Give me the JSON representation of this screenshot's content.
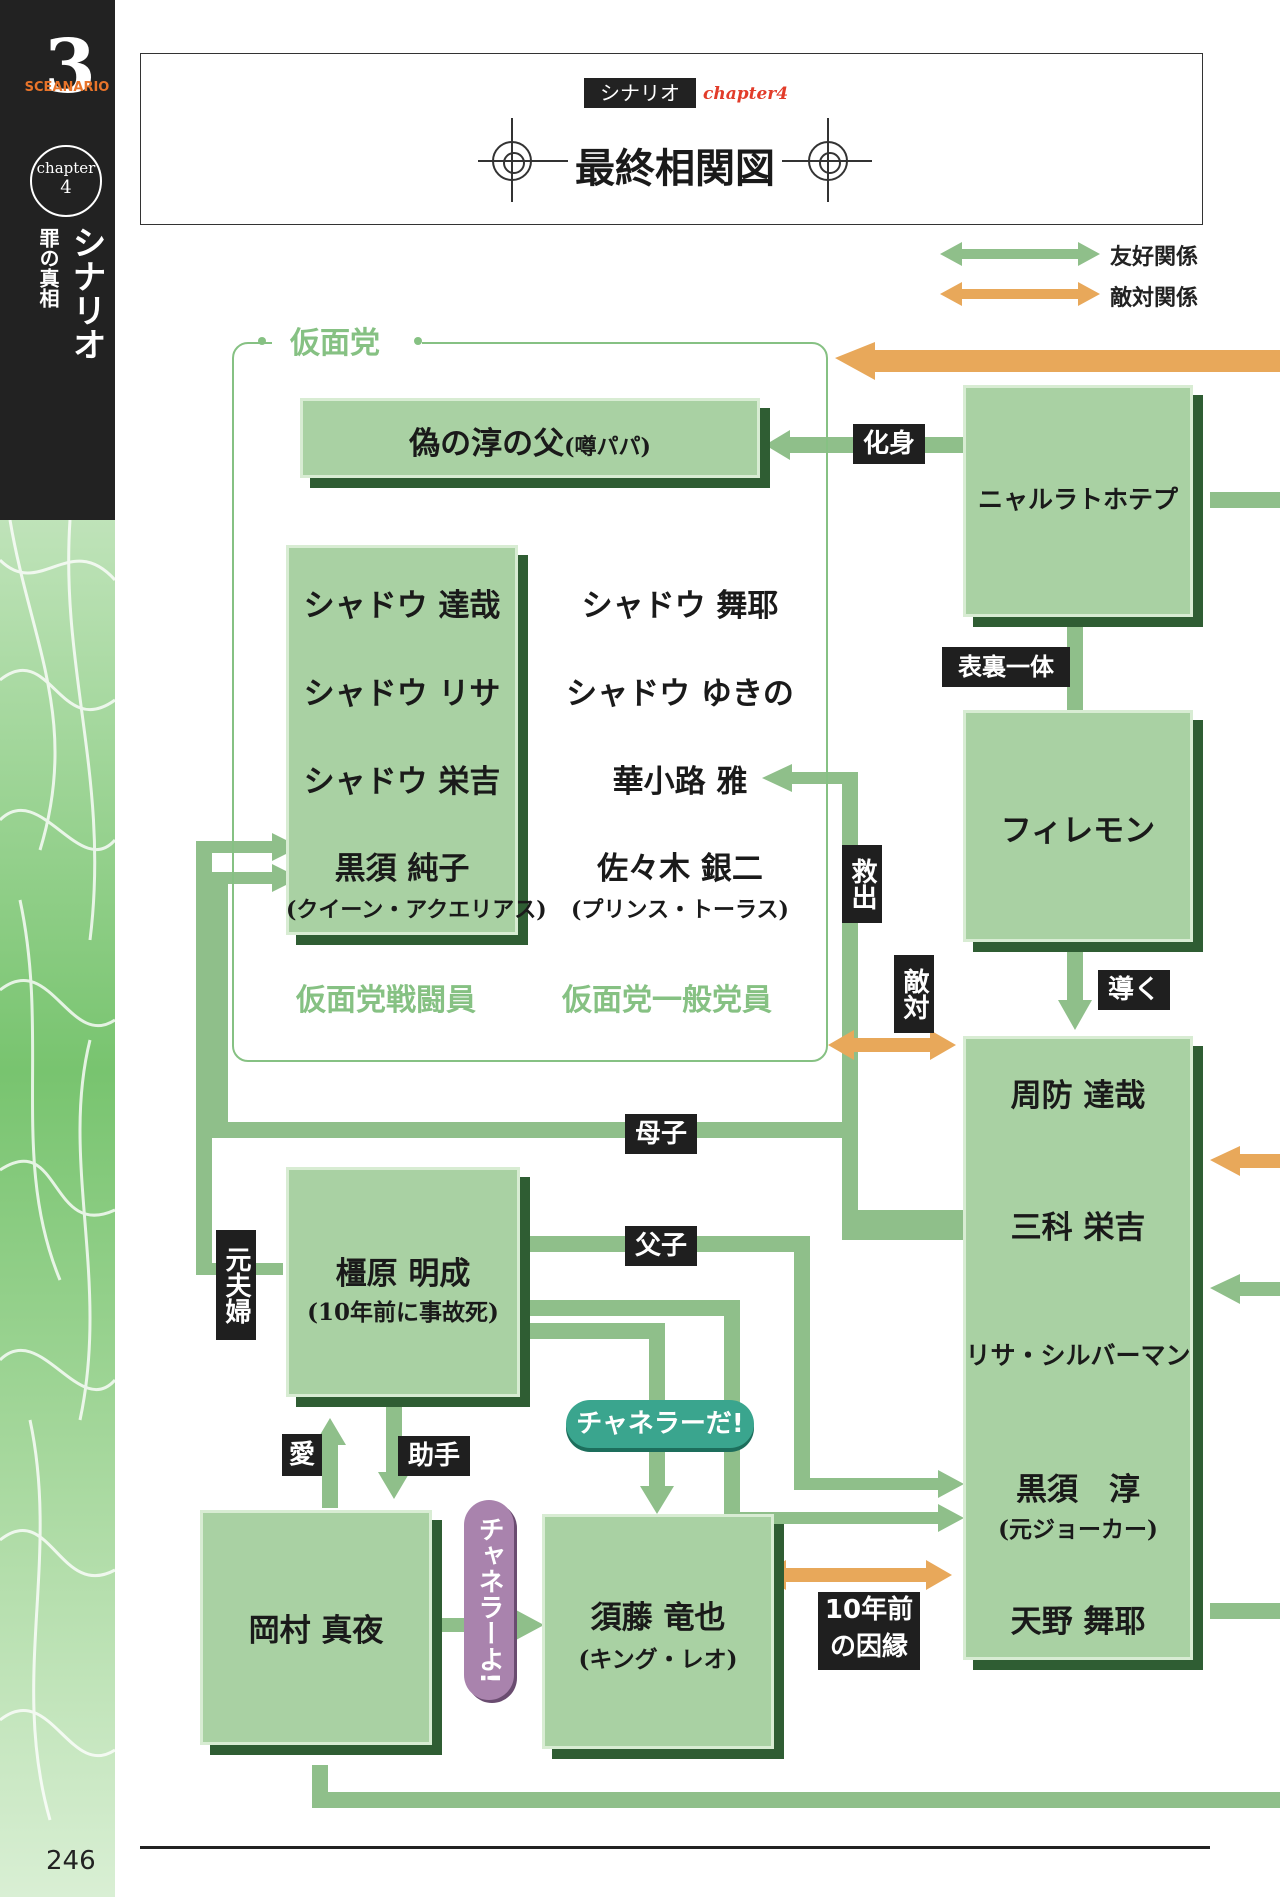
{
  "sidebar": {
    "chapter_number": "3",
    "scenario_word": "SCEANARIO",
    "chapter_word": "chapter",
    "chapter_index": "4",
    "section_title": "シナリオ",
    "section_subtitle": "罪の真相"
  },
  "header": {
    "tag": "シナリオ",
    "chapter": "chapter4",
    "title": "最終相関図"
  },
  "legend": {
    "friendly": "友好関係",
    "hostile": "敵対関係",
    "friendly_color": "#8fbf8a",
    "hostile_color": "#e8a85a"
  },
  "group": {
    "name": "仮面党",
    "combatants_label": "仮面党戦闘員",
    "members_label": "仮面党一般党員"
  },
  "nodes": {
    "fake_father": "偽の淳の父",
    "fake_father_sub": "(噂パパ)",
    "nyarlathotep": "ニャルラトホテプ",
    "philemon": "フィレモン",
    "c_tatsuya": "シャドウ 達哉",
    "c_lisa": "シャドウ リサ",
    "c_eikichi": "シャドウ 栄吉",
    "c_junko": "黒須 純子",
    "c_junko_sub": "(クイーン・アクエリアス)",
    "m_maya": "シャドウ 舞耶",
    "m_yukino": "シャドウ ゆきの",
    "m_miyabi": "華小路 雅",
    "m_ginji": "佐々木 銀二",
    "m_ginji_sub": "(プリンス・トーラス)",
    "kashihara": "橿原 明成",
    "kashihara_sub": "(10年前に事故死)",
    "okamura": "岡村 真夜",
    "sudou": "須藤 竜也",
    "sudou_sub": "(キング・レオ)",
    "party_tatsuya": "周防 達哉",
    "party_eikichi": "三科 栄吉",
    "party_lisa": "リサ・シルバーマン",
    "party_jun": "黒須　淳",
    "party_jun_sub": "(元ジョーカー)",
    "party_maya": "天野 舞耶"
  },
  "relations": {
    "incarnation": "化身",
    "two_sides": "表裏一体",
    "guide": "導く",
    "rescue": "救出",
    "hostile": "敵対",
    "mother_child": "母子",
    "father_child": "父子",
    "ex_couple": "元夫婦",
    "love": "愛",
    "assistant": "助手",
    "channeler1": "チャネラーだ!",
    "channeler2": "チャネラーよ!",
    "fate": "10年前の因縁"
  },
  "page_number": "246"
}
